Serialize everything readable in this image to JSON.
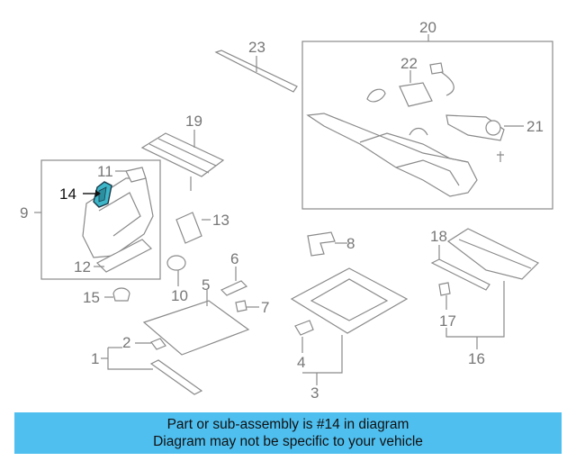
{
  "diagram": {
    "callouts": [
      "1",
      "2",
      "3",
      "4",
      "5",
      "6",
      "7",
      "8",
      "9",
      "10",
      "11",
      "12",
      "13",
      "14",
      "15",
      "16",
      "17",
      "18",
      "19",
      "20",
      "21",
      "22",
      "23"
    ],
    "highlighted_part": "14",
    "colors": {
      "highlight": "#3cb6c8",
      "line": "#8a8a8a",
      "banner": "#4fbfef"
    }
  },
  "banner": {
    "line1": "Part or sub-assembly is #14 in diagram",
    "line2": "Diagram may not be specific to your vehicle"
  }
}
